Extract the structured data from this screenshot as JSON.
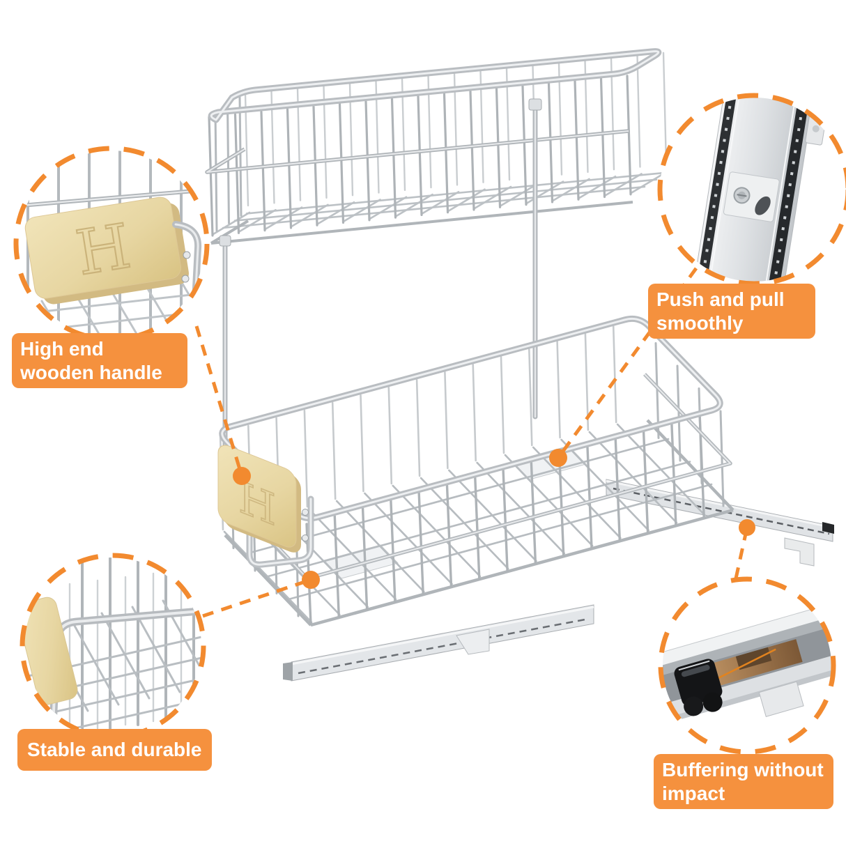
{
  "theme": {
    "accent_orange": "#F5913E",
    "label_text_color": "#FFFFFF",
    "background": "#FFFFFF",
    "wood_color": "#EADCA8",
    "chrome_color": "#C3C7CB",
    "buffer_black": "#141517",
    "bronze_insert": "#C0915C"
  },
  "product": {
    "handle_monogram": "H"
  },
  "callouts": {
    "wooden_handle": {
      "label": "High end wooden handle"
    },
    "slide_rail": {
      "label": "Push and pull smoothly"
    },
    "basket": {
      "label": "Stable and durable"
    },
    "buffer": {
      "label": "Buffering without impact"
    }
  }
}
